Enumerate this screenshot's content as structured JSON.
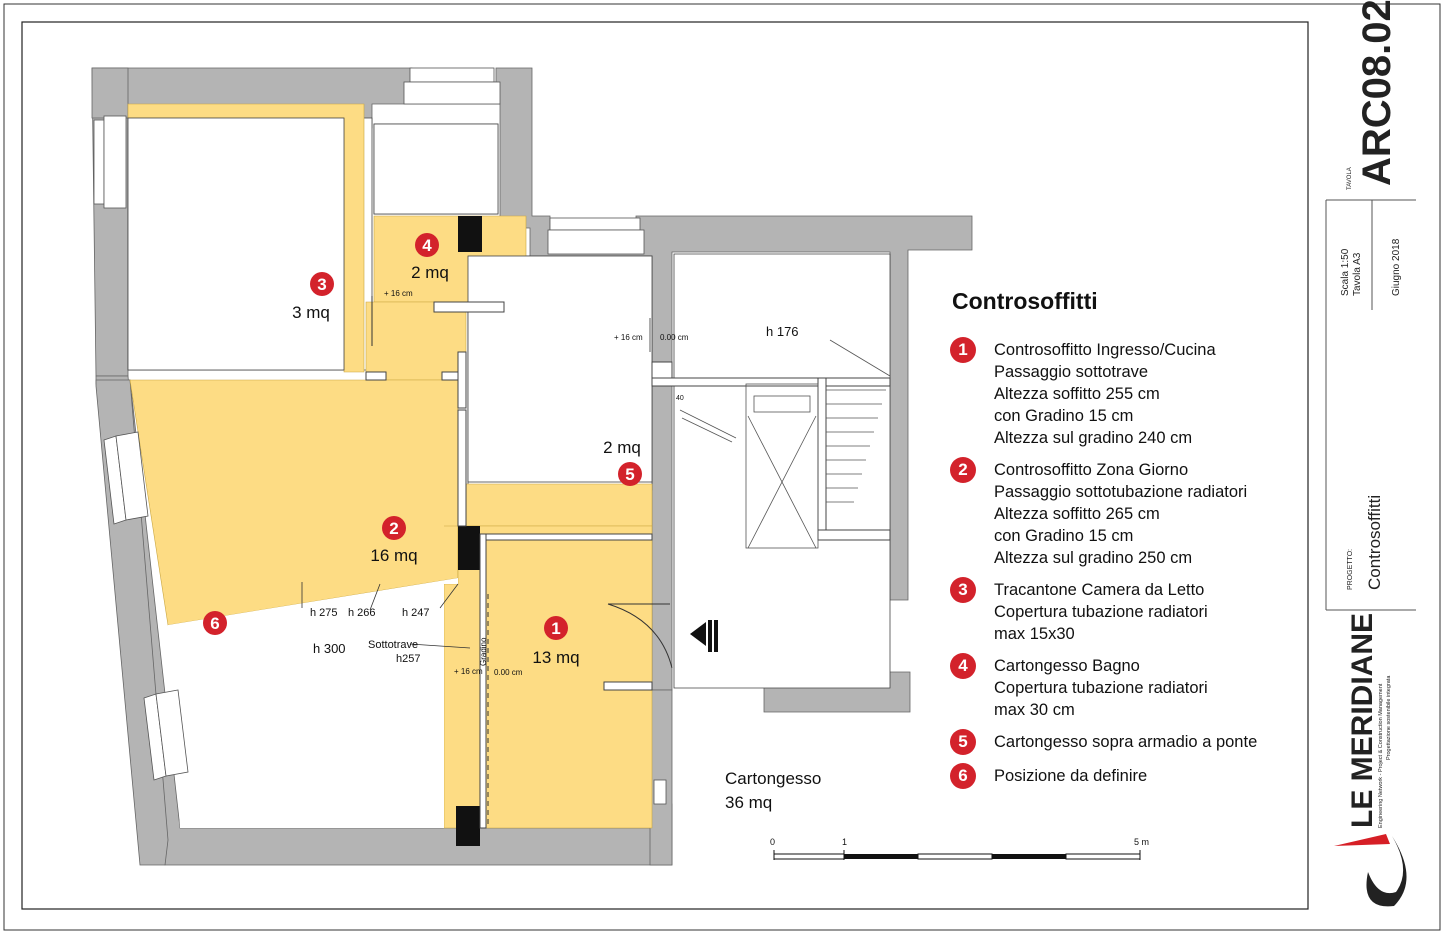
{
  "title_block": {
    "tavola_label": "TAVOLA",
    "sheet_number": "ARC08.02",
    "scale": "Scala 1:50",
    "format": "Tavola A3",
    "date": "Giugno 2018",
    "project_label": "PROGETTO:",
    "project_name": "Controsoffitti",
    "logo_name": "LE MERIDIANE",
    "logo_tagline_1": "Engineering Network - Project & Construction Management",
    "logo_tagline_2": "Progettazione sostenibile integrata"
  },
  "legend": {
    "title": "Controsoffitti",
    "items": [
      {
        "num": "1",
        "lines": [
          "Controsoffitto Ingresso/Cucina",
          "Passaggio sottotrave",
          "Altezza soffitto 255 cm",
          "con Gradino 15 cm",
          "Altezza sul gradino 240 cm"
        ]
      },
      {
        "num": "2",
        "lines": [
          "Controsoffitto Zona Giorno",
          "Passaggio sottotubazione radiatori",
          "Altezza soffitto 265 cm",
          "con Gradino 15 cm",
          "Altezza sul gradino 250 cm"
        ]
      },
      {
        "num": "3",
        "lines": [
          "Tracantone Camera da Letto",
          "Copertura tubazione radiatori",
          "max 15x30"
        ]
      },
      {
        "num": "4",
        "lines": [
          "Cartongesso Bagno",
          "Copertura tubazione radiatori",
          "max 30 cm"
        ]
      },
      {
        "num": "5",
        "lines": [
          "Cartongesso sopra armadio a ponte"
        ]
      },
      {
        "num": "6",
        "lines": [
          "Posizione da definire"
        ]
      }
    ]
  },
  "plan": {
    "markers": [
      {
        "num": "3",
        "area": "3 mq"
      },
      {
        "num": "4",
        "area": "2 mq"
      },
      {
        "num": "5",
        "area": "2 mq"
      },
      {
        "num": "2",
        "area": "16 mq"
      },
      {
        "num": "1",
        "area": "13 mq"
      },
      {
        "num": "6"
      }
    ],
    "labels": {
      "h176": "h 176",
      "h275": "h 275",
      "h266": "h 266",
      "h247": "h 247",
      "h300": "h 300",
      "sottotrave": "Sottotrave",
      "h257": "h257",
      "plus16_a": "+ 16 cm",
      "plus16_b": "+ 16 cm",
      "plus16_c": "+ 16 cm",
      "zero_a": "0.00 cm",
      "zero_b": "0.00 cm",
      "gradino": "Gradino",
      "stair_mark": "40"
    },
    "total_label": "Cartongesso",
    "total_area": "36 mq",
    "scale_bar": {
      "ticks": [
        "0",
        "1",
        "5 m"
      ]
    }
  },
  "colors": {
    "fill": "#fddc84",
    "wall": "#b4b4b4",
    "marker": "#d3222b",
    "logo_red": "#d61f26"
  }
}
